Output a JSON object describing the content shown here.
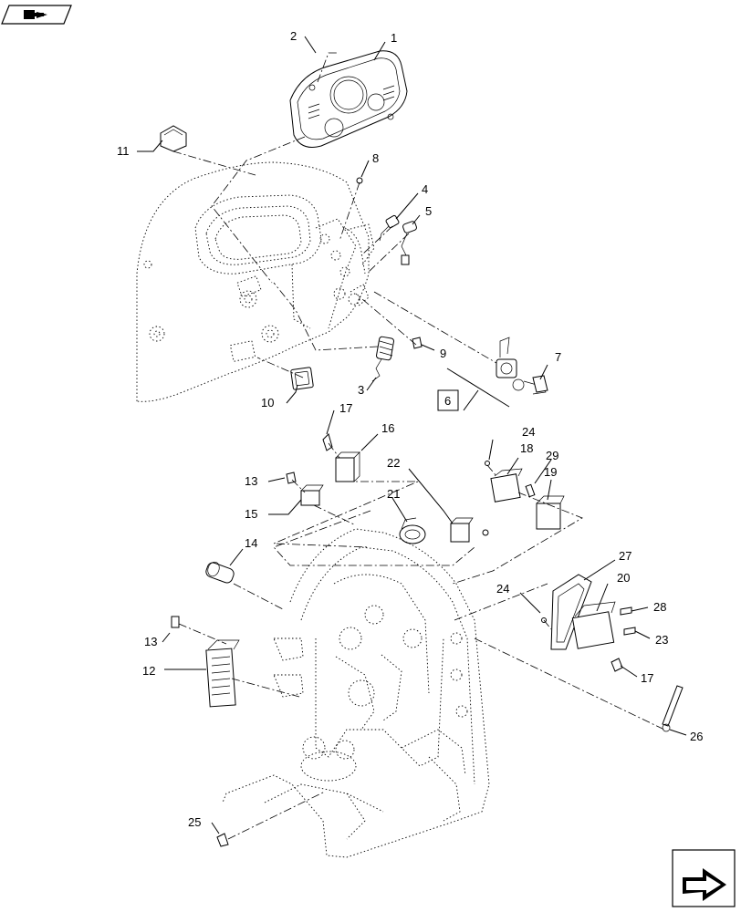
{
  "callouts": [
    {
      "id": "c1",
      "label": "1"
    },
    {
      "id": "c2",
      "label": "2"
    },
    {
      "id": "c3",
      "label": "3"
    },
    {
      "id": "c4",
      "label": "4"
    },
    {
      "id": "c5",
      "label": "5"
    },
    {
      "id": "c6",
      "label": "6"
    },
    {
      "id": "c7",
      "label": "7"
    },
    {
      "id": "c8",
      "label": "8"
    },
    {
      "id": "c9",
      "label": "9"
    },
    {
      "id": "c10",
      "label": "10"
    },
    {
      "id": "c11",
      "label": "11"
    },
    {
      "id": "c12",
      "label": "12"
    },
    {
      "id": "c13a",
      "label": "13"
    },
    {
      "id": "c13b",
      "label": "13"
    },
    {
      "id": "c14",
      "label": "14"
    },
    {
      "id": "c15",
      "label": "15"
    },
    {
      "id": "c16",
      "label": "16"
    },
    {
      "id": "c17a",
      "label": "17"
    },
    {
      "id": "c17b",
      "label": "17"
    },
    {
      "id": "c18",
      "label": "18"
    },
    {
      "id": "c19",
      "label": "19"
    },
    {
      "id": "c20",
      "label": "20"
    },
    {
      "id": "c21",
      "label": "21"
    },
    {
      "id": "c22",
      "label": "22"
    },
    {
      "id": "c23",
      "label": "23"
    },
    {
      "id": "c24a",
      "label": "24"
    },
    {
      "id": "c24b",
      "label": "24"
    },
    {
      "id": "c25",
      "label": "25"
    },
    {
      "id": "c26",
      "label": "26"
    },
    {
      "id": "c27",
      "label": "27"
    },
    {
      "id": "c28",
      "label": "28"
    },
    {
      "id": "c29",
      "label": "29"
    }
  ],
  "nav": {
    "top_left_icon": "book-arrow-icon",
    "bottom_right_icon": "next-arrow-icon"
  }
}
